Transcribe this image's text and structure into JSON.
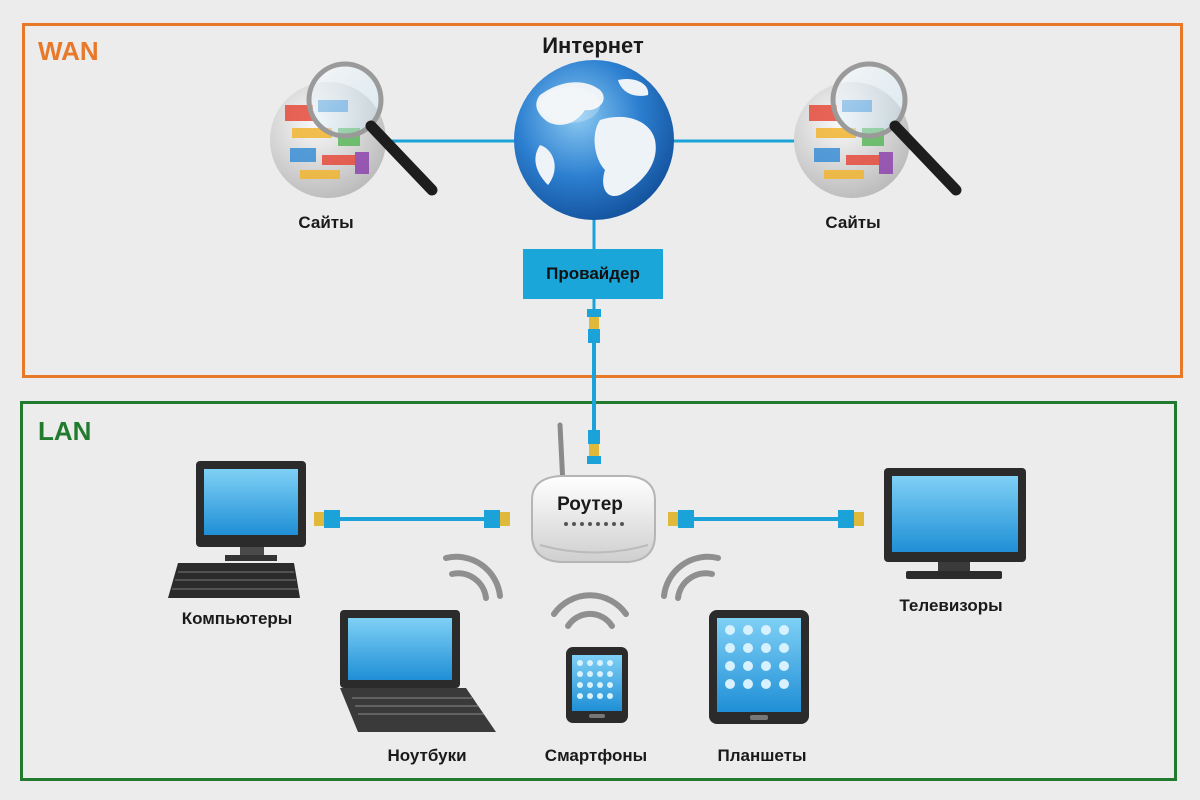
{
  "zones": {
    "wan": {
      "label": "WAN",
      "color": "#e8782a"
    },
    "lan": {
      "label": "LAN",
      "color": "#217a2e"
    }
  },
  "internet": {
    "label": "Интернет"
  },
  "sites_left": {
    "label": "Сайты"
  },
  "sites_right": {
    "label": "Сайты"
  },
  "provider": {
    "label": "Провайдер"
  },
  "router": {
    "label": "Роутер"
  },
  "devices": {
    "computers": "Компьютеры",
    "laptops": "Ноутбуки",
    "smartphones": "Смартфоны",
    "tablets": "Планшеты",
    "tvs": "Телевизоры"
  },
  "colors": {
    "cable": "#1ba3d9",
    "screen": "#35a8e0",
    "device_frame": "#2b2b2b"
  }
}
